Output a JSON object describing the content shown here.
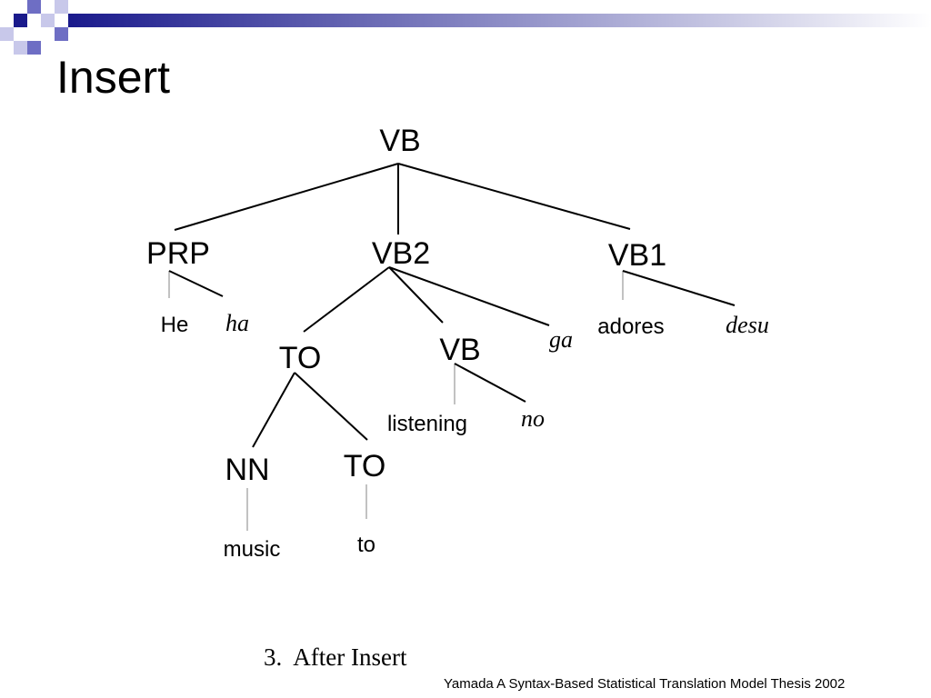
{
  "slide": {
    "title": "Insert",
    "caption": "3.  After Insert",
    "citation": "Yamada A Syntax-Based Statistical Translation Model Thesis 2002"
  },
  "header": {
    "bar_gradient_start": "#1a1a8c",
    "bar_gradient_end": "#ffffff",
    "square_colors": [
      "#1a1a8c",
      "#6e6ec4",
      "#c8c8ea"
    ]
  },
  "tree": {
    "nodes": {
      "root": "VB",
      "prp": "PRP",
      "vb2": "VB2",
      "vb1": "VB1",
      "to": "TO",
      "vb": "VB",
      "nn": "NN",
      "to2": "TO"
    },
    "words": {
      "he": "He",
      "adores": "adores",
      "listening": "listening",
      "music": "music",
      "to": "to"
    },
    "inserted": {
      "ha": "ha",
      "ga": "ga",
      "desu": "desu",
      "no": "no"
    }
  }
}
